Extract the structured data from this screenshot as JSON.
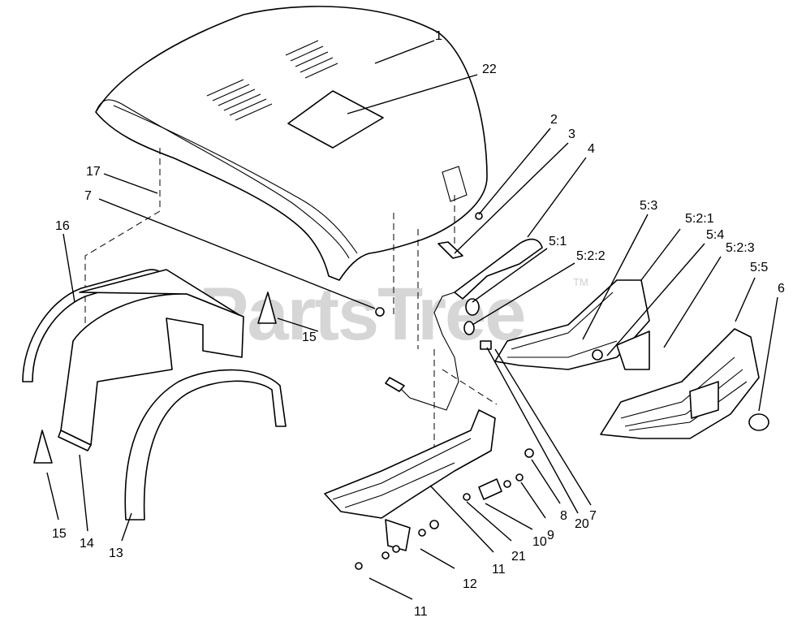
{
  "watermark": {
    "text": "PartsTree",
    "trademark": "TM"
  },
  "callouts": [
    {
      "id": "c-1",
      "text": "1"
    },
    {
      "id": "c-22",
      "text": "22"
    },
    {
      "id": "c-2",
      "text": "2"
    },
    {
      "id": "c-3",
      "text": "3"
    },
    {
      "id": "c-4",
      "text": "4"
    },
    {
      "id": "c-17",
      "text": "17"
    },
    {
      "id": "c-7a",
      "text": "7"
    },
    {
      "id": "c-16",
      "text": "16"
    },
    {
      "id": "c-5-3",
      "text": "5:3"
    },
    {
      "id": "c-5-2-1",
      "text": "5:2:1"
    },
    {
      "id": "c-5-4",
      "text": "5:4"
    },
    {
      "id": "c-5-1",
      "text": "5:1"
    },
    {
      "id": "c-5-2-3",
      "text": "5:2:3"
    },
    {
      "id": "c-5-2-2",
      "text": "5:2:2"
    },
    {
      "id": "c-5-5",
      "text": "5:5"
    },
    {
      "id": "c-6",
      "text": "6"
    },
    {
      "id": "c-15a",
      "text": "15"
    },
    {
      "id": "c-15b",
      "text": "15"
    },
    {
      "id": "c-14",
      "text": "14"
    },
    {
      "id": "c-13",
      "text": "13"
    },
    {
      "id": "c-8",
      "text": "8"
    },
    {
      "id": "c-20",
      "text": "20"
    },
    {
      "id": "c-7b",
      "text": "7"
    },
    {
      "id": "c-10",
      "text": "10"
    },
    {
      "id": "c-9",
      "text": "9"
    },
    {
      "id": "c-21",
      "text": "21"
    },
    {
      "id": "c-11a",
      "text": "11"
    },
    {
      "id": "c-12",
      "text": "12"
    },
    {
      "id": "c-11b",
      "text": "11"
    }
  ]
}
